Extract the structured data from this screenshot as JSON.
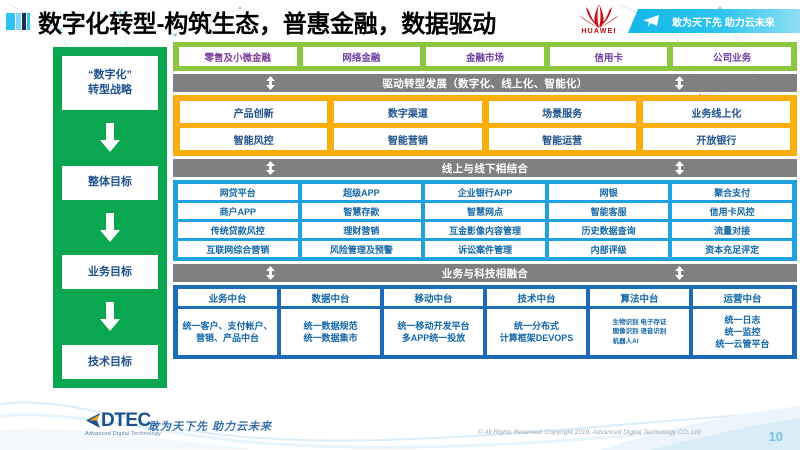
{
  "header": {
    "title": "数字化转型-构筑生态，普惠金融，数据驱动",
    "brand": "HUAWEI",
    "banner_text": "敢为天下先 助力云未来",
    "title_mark_icon": "stripes-icon",
    "brand_icon": "huawei-flower-icon",
    "banner_icon": "paper-plane-icon"
  },
  "strategy": {
    "items": [
      {
        "label": "“数字化”\n转型战略"
      },
      {
        "label": "整体目标"
      },
      {
        "label": "业务目标"
      },
      {
        "label": "技术目标"
      }
    ],
    "arrow_icon": "down-arrow-icon"
  },
  "business_lines": {
    "items": [
      "零售及小微金融",
      "网络金融",
      "金融市场",
      "信用卡",
      "公司业务"
    ]
  },
  "dividers": {
    "drive": "驱动转型发展（数字化、线上化、智能化）",
    "online_offline": "线上与线下相结合",
    "fusion": "业务与科技相融合",
    "arrow_icon": "double-arrow-vertical-icon"
  },
  "overall_goal": {
    "rows": [
      [
        "产品创新",
        "数字渠道",
        "场景服务",
        "业务线上化"
      ],
      [
        "智能风控",
        "智能营销",
        "智能运营",
        "开放银行"
      ]
    ]
  },
  "business_goal": {
    "rows": [
      [
        "网贷平台",
        "超级APP",
        "企业银行APP",
        "网银",
        "聚合支付"
      ],
      [
        "商户APP",
        "智慧存款",
        "智慧网点",
        "智能客服",
        "信用卡风控"
      ],
      [
        "传统贷款风控",
        "理财营销",
        "互金影像内容管理",
        "历史数据查询",
        "流量对接"
      ],
      [
        "互联网综合营销",
        "风险管理及预警",
        "诉讼案件管理",
        "内部评级",
        "资本充足评定"
      ]
    ]
  },
  "tech_goal": {
    "columns": [
      {
        "head": "业务中台",
        "body": "统一客户、支付帐户、营销、产品中台",
        "tiny": false
      },
      {
        "head": "数据中台",
        "body": "统一数据规范\n统一数据集市",
        "tiny": false
      },
      {
        "head": "移动中台",
        "body": "统一移动开发平台\n多APP统一投放",
        "tiny": false
      },
      {
        "head": "技术中台",
        "body": "统一分布式\n计算框架DEVOPS",
        "tiny": false
      },
      {
        "head": "算法中台",
        "body": "生物识别 电子存证\n图像识别 语音识别\n机器人AI",
        "tiny": true
      },
      {
        "head": "运营中台",
        "body": "统一日志\n统一监控\n统一云管平台",
        "tiny": false
      }
    ]
  },
  "footer": {
    "logo_word": "DTEC",
    "logo_sub": "Advanced Digital Technology",
    "logo_icon": "dtec-triangle-icon",
    "slogan": "敢为天下先  助力云未来",
    "copyright": "© All Rights Reserved. Copyright 2019, Advanced Digital Technology CO.,Ltd",
    "page_number": "10"
  },
  "colors": {
    "strategy_green": "#09A74F",
    "lines_green": "#8DC63F",
    "divider_gray": "#808080",
    "overall_orange": "#F8AF0E",
    "business_blue": "#1FA3E0",
    "tech_dark_blue": "#1C6CB8",
    "text_blue": "#20538D",
    "purple_text": "#7C3F98",
    "huawei_red": "#CA0B12",
    "banner_cyan": "#14B7E8"
  }
}
